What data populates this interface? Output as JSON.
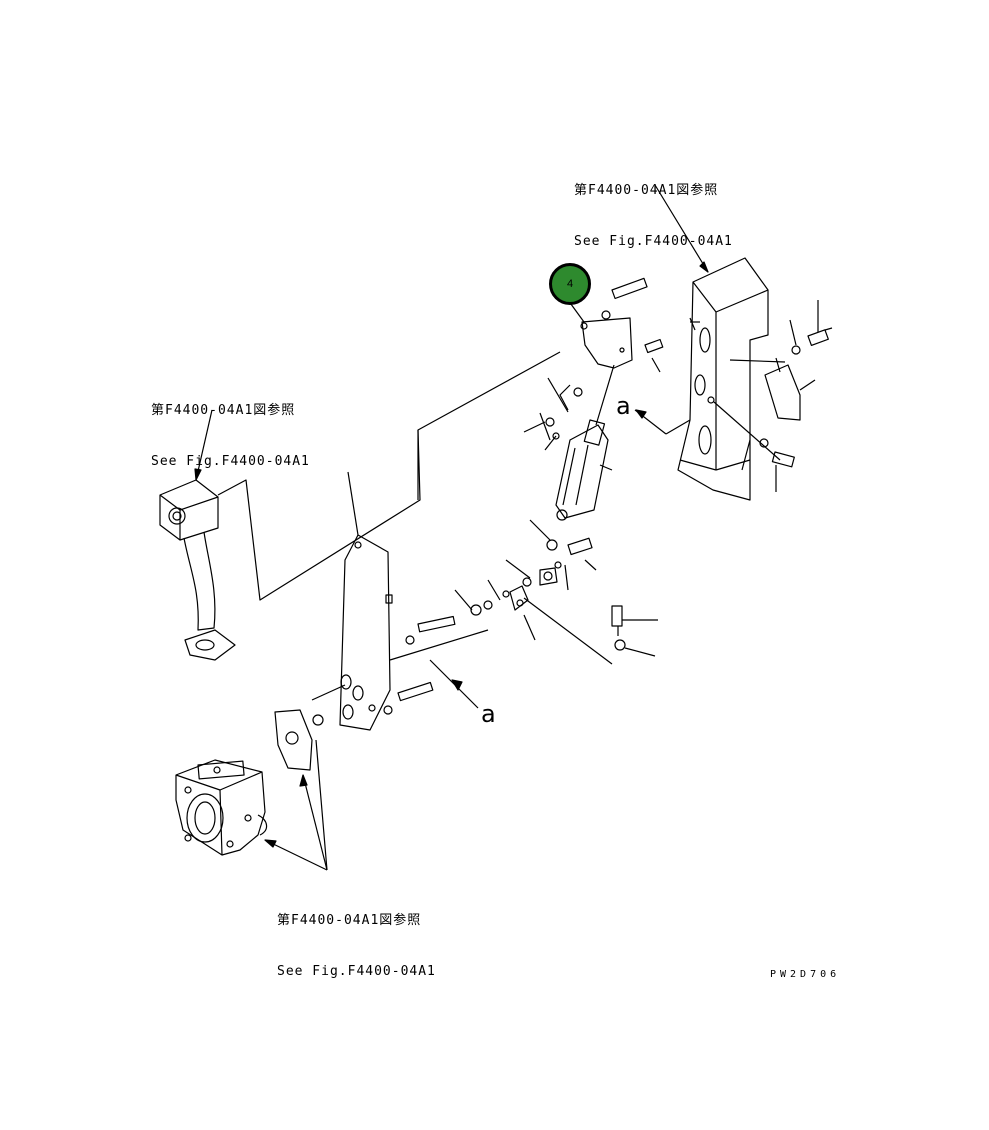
{
  "references": [
    {
      "line1": "第F4400-04A1図参照",
      "line2": "See Fig.F4400-04A1"
    },
    {
      "line1": "第F4400-04A1図参照",
      "line2": "See Fig.F4400-04A1"
    },
    {
      "line1": "第F4400-04A1図参照",
      "line2": "See Fig.F4400-04A1"
    }
  ],
  "callout": {
    "number": "4",
    "color": "#2e8a2e"
  },
  "view_marker": "a",
  "drawing_code": "PW2D706"
}
